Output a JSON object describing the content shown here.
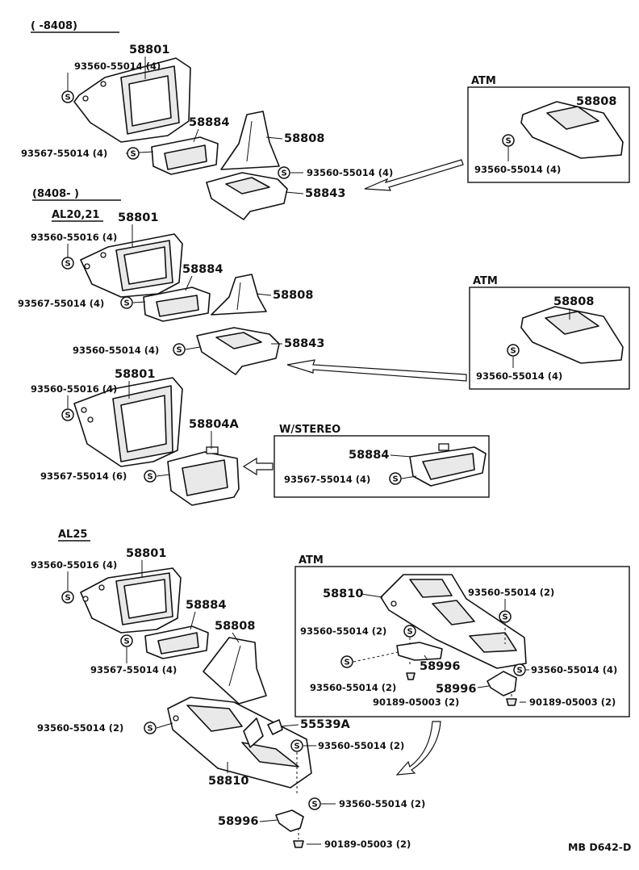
{
  "ranges": {
    "early": "(        -8408)",
    "late": "(8408-        )"
  },
  "models": {
    "al20": "AL20,21",
    "al25": "AL25"
  },
  "variants": {
    "atm": "ATM",
    "stereo": "W/STEREO"
  },
  "screw_symbol": "S",
  "parts": {
    "p58801": "58801",
    "p58884": "58884",
    "p58808": "58808",
    "p58843": "58843",
    "p58804a": "58804A",
    "p58810": "58810",
    "p58996": "58996",
    "p55539a": "55539A"
  },
  "fasteners": {
    "f55014x4": "93560-55014 (4)",
    "f55014x2": "93560-55014 (2)",
    "f55016x4": "93560-55016 (4)",
    "f67x4": "93567-55014 (4)",
    "f67x6": "93567-55014 (6)",
    "clip": "90189-05003 (2)"
  },
  "diagram_code": "MB D642-D"
}
